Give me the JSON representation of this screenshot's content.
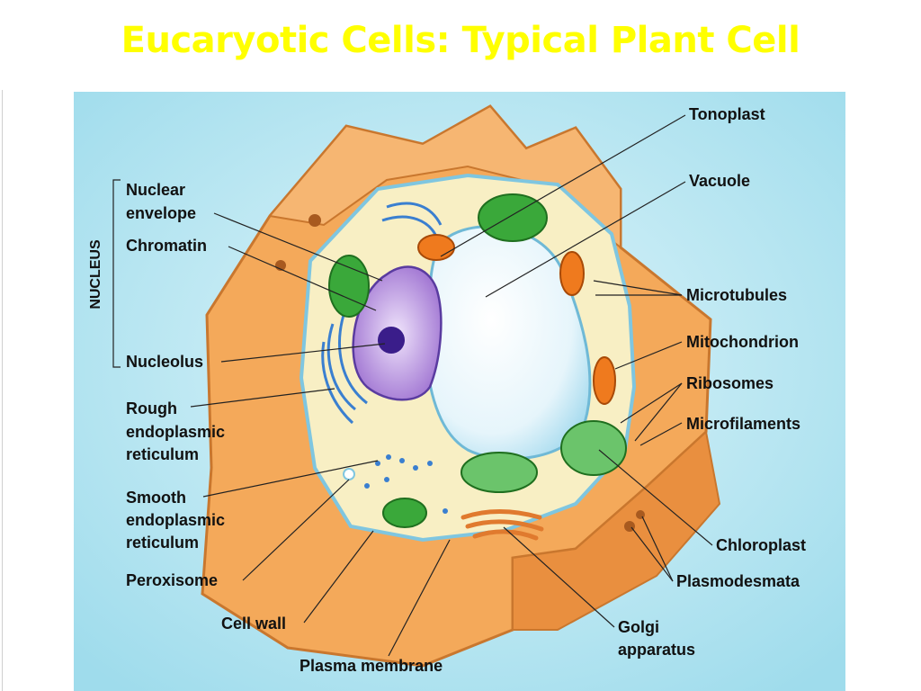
{
  "slide": {
    "title": "Eucaryotic Cells: Typical Plant Cell"
  },
  "diagram": {
    "group_label": "NUCLEUS",
    "labels": {
      "nuclear_envelope": [
        "Nuclear",
        "envelope"
      ],
      "chromatin": "Chromatin",
      "nucleolus": "Nucleolus",
      "rough_er": [
        "Rough",
        "endoplasmic",
        "reticulum"
      ],
      "smooth_er": [
        "Smooth",
        "endoplasmic",
        "reticulum"
      ],
      "peroxisome": "Peroxisome",
      "cell_wall": "Cell wall",
      "plasma_membrane": "Plasma membrane",
      "tonoplast": "Tonoplast",
      "vacuole": "Vacuole",
      "microtubules": "Microtubules",
      "mitochondrion": "Mitochondrion",
      "ribosomes": "Ribosomes",
      "microfilaments": "Microfilaments",
      "chloroplast": "Chloroplast",
      "plasmodesmata": "Plasmodesmata",
      "golgi": [
        "Golgi",
        "apparatus"
      ]
    },
    "colors": {
      "background": "#bfe9f3",
      "cell_wall": "#f4a95a",
      "cytoplasm": "#f8efc4",
      "vacuole": "#eef8fc",
      "nucleus": "#b48ad8",
      "nucleolus": "#3a1d8a",
      "chloroplast": "#3aa83a",
      "mitochondrion": "#ef7a1e",
      "er": "#3a7fd0",
      "title": "#ffff00"
    }
  }
}
